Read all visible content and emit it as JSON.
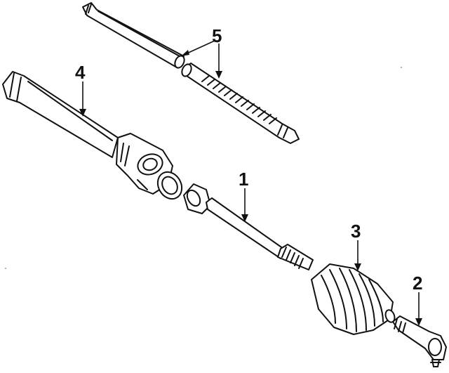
{
  "diagram": {
    "callouts": [
      {
        "id": "1",
        "label": "1"
      },
      {
        "id": "2",
        "label": "2"
      },
      {
        "id": "3",
        "label": "3"
      },
      {
        "id": "4",
        "label": "4"
      },
      {
        "id": "5",
        "label": "5"
      }
    ],
    "colors": {
      "ink": "#111111",
      "background": "#ffffff"
    }
  }
}
